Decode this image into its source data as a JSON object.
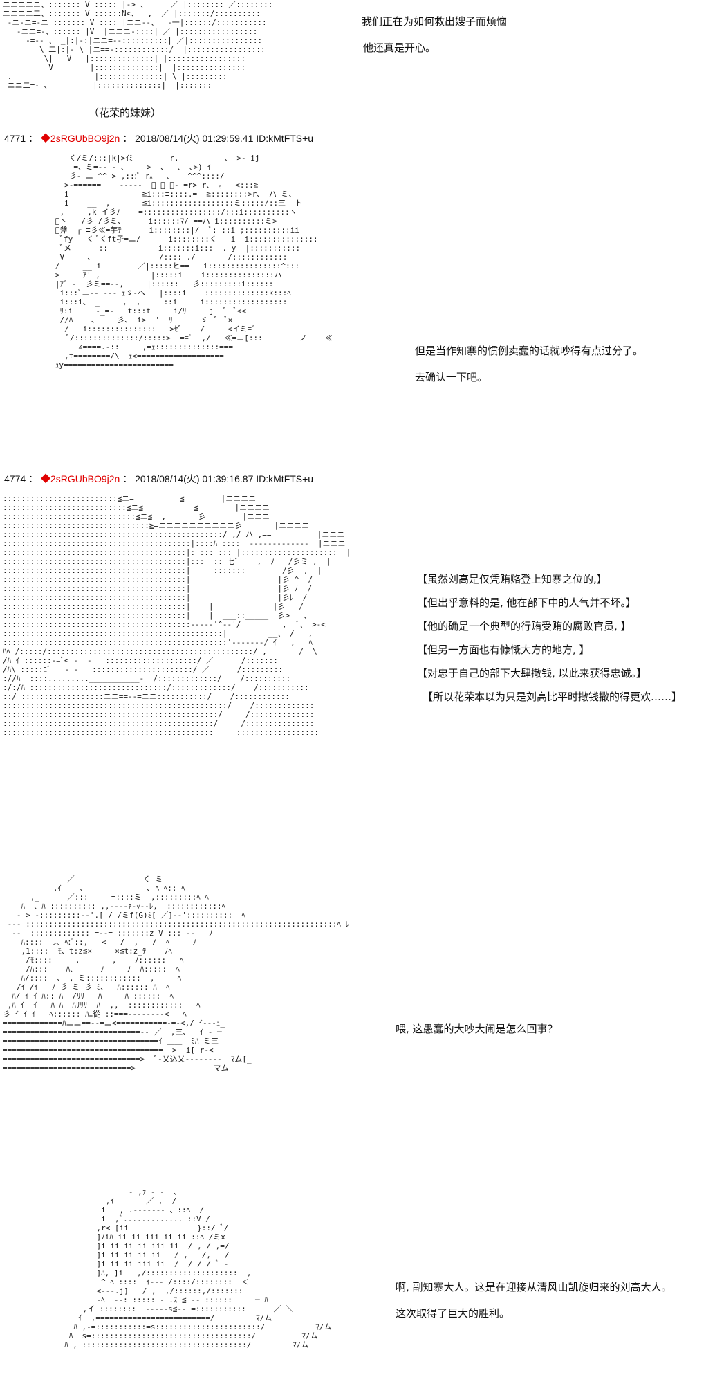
{
  "section1": {
    "lines": [
      "我们正在为如何救出嫂子而烦恼",
      "他还真是开心。"
    ],
    "caption": "（花荣的妹妹）"
  },
  "post4771": {
    "number": "4771",
    "colon": "：",
    "trip": "◆2sRGUbBO9j2n",
    "sep": "：",
    "datetime": "2018/08/14(火) 01:29:59.41",
    "id": "ID:kMtFTS+u",
    "lines": [
      "但是当作知寨的惯例卖蠢的话就吵得有点过分了。",
      "去确认一下吧。"
    ]
  },
  "post4774": {
    "number": "4774",
    "colon": "：",
    "trip": "◆2sRGUbBO9j2n",
    "sep": "：",
    "datetime": "2018/08/14(火) 01:39:16.87",
    "id": "ID:kMtFTS+u",
    "lines": [
      "【虽然刘高是仅凭贿赂登上知寨之位的,】",
      "【但出乎意料的是, 他在部下中的人气并不坏。】",
      "【他的确是一个典型的行贿受贿的腐败官员, 】",
      "【但另一方面也有慷慨大方的地方, 】",
      "【对忠于自己的部下大肆撒钱, 以此来获得忠诚。】",
      "【所以花荣本以为只是刘高比平时撒钱撒的得更欢……】"
    ]
  },
  "section4": {
    "lines": [
      "喂, 这愚蠢的大吵大闹是怎么回事？"
    ]
  },
  "section5": {
    "lines": [
      "啊, 副知寨大人。这是在迎接从清风山凯旋归来的刘高大人。",
      "这次取得了巨大的胜利。"
    ]
  }
}
